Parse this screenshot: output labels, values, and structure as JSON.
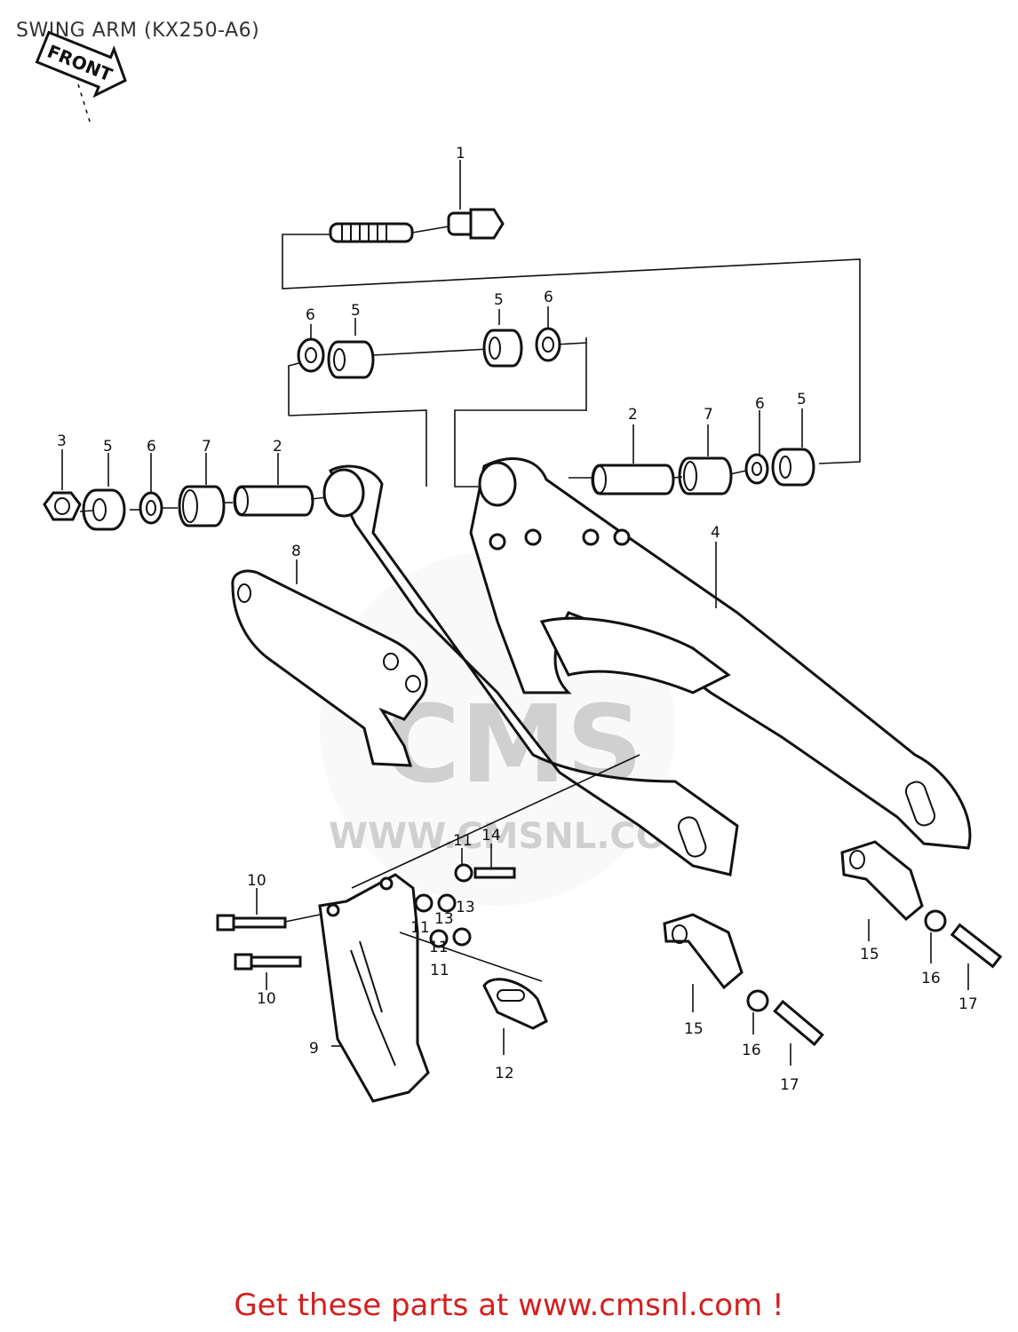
{
  "title": "SWING ARM (KX250-A6)",
  "front_arrow_label": "FRONT",
  "watermark": {
    "logo": "CMS",
    "url": "WWW.CMSNL.COM"
  },
  "callouts": [
    "1",
    "2",
    "2",
    "3",
    "4",
    "5",
    "5",
    "5",
    "5",
    "6",
    "6",
    "6",
    "6",
    "7",
    "7",
    "8",
    "9",
    "10",
    "10",
    "11",
    "11",
    "11",
    "11",
    "12",
    "13",
    "13",
    "14",
    "15",
    "15",
    "16",
    "16",
    "17",
    "17"
  ],
  "footer": {
    "text": "Get these parts at www.cmsnl.com !",
    "color": "#d61e1e"
  }
}
